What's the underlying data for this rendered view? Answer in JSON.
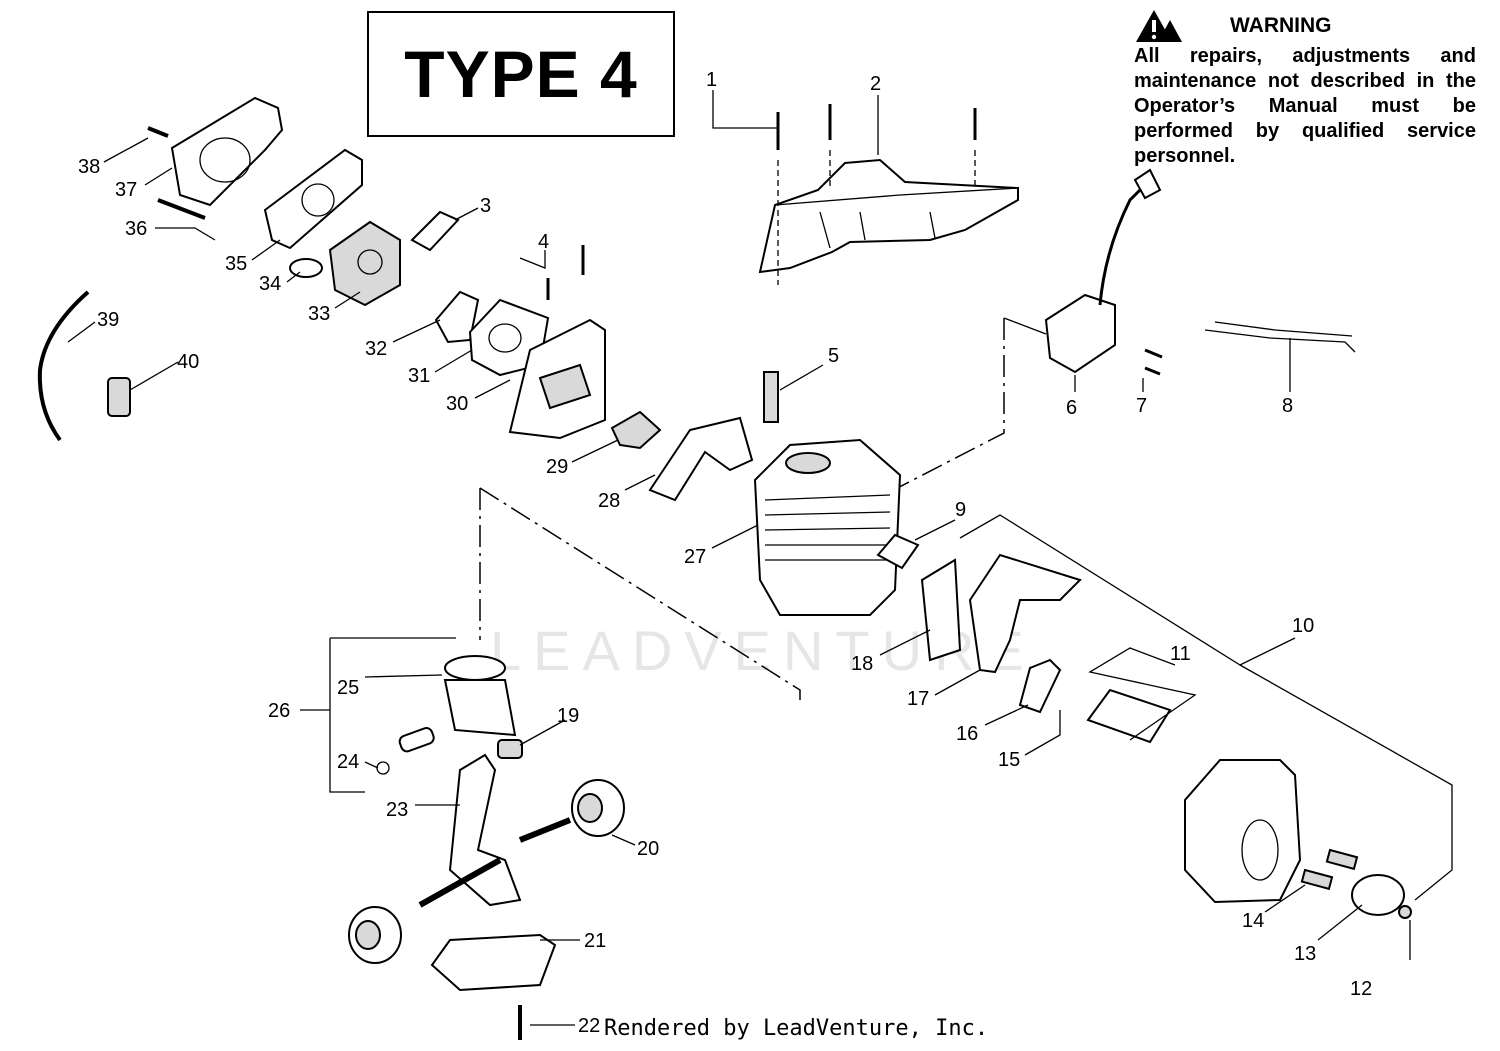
{
  "type_label": "TYPE 4",
  "warning": {
    "title": "WARNING",
    "text": "All repairs, adjustments and maintenance not described in the Operator’s Manual must be performed by qualified service personnel."
  },
  "watermark": "LEADVENTURE",
  "footer": "Rendered by LeadVenture, Inc.",
  "callouts": [
    "1",
    "2",
    "3",
    "4",
    "5",
    "6",
    "7",
    "8",
    "9",
    "10",
    "11",
    "12",
    "13",
    "14",
    "15",
    "16",
    "17",
    "18",
    "19",
    "20",
    "21",
    "22",
    "23",
    "24",
    "25",
    "26",
    "27",
    "28",
    "29",
    "30",
    "31",
    "32",
    "33",
    "34",
    "35",
    "36",
    "37",
    "38",
    "39",
    "40"
  ]
}
